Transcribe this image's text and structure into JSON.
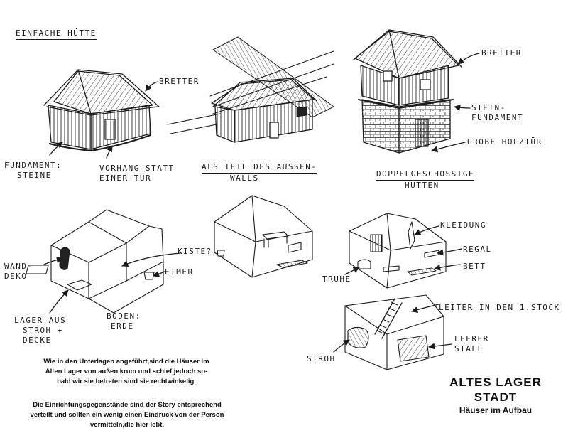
{
  "labels": {
    "einfache_huette": "EINFACHE HÜTTE",
    "bretter_1": "BRETTER",
    "fundament": [
      "FUNDAMENT:",
      "STEINE"
    ],
    "vorhang": [
      "VORHANG STATT",
      "EINER TÜR"
    ],
    "als_teil": [
      "ALS TEIL DES AUSSEN-",
      "WALLS"
    ],
    "bretter_2": "BRETTER",
    "stein_fundament": [
      "STEIN-",
      "FUNDAMENT"
    ],
    "grobe_holztuer": "GROBE HOLZTÜR",
    "doppelgeschossige": [
      "DOPPELGESCHOSSIGE",
      "HÜTTEN"
    ],
    "wand_deko": [
      "WAND-",
      "DEKO"
    ],
    "kiste": "KISTE?",
    "eimer": "EIMER",
    "lager": [
      "LAGER AUS",
      "STROH +",
      "DECKE"
    ],
    "boden": [
      "BODEN:",
      "ERDE"
    ],
    "kleidung": "KLEIDUNG",
    "regal": "REGAL",
    "bett": "BETT",
    "truhe": "TRUHE",
    "leiter": "LEITER IN DEN 1.STOCK",
    "stroh": "STROH",
    "leerer_stall": [
      "LEERER",
      "STALL"
    ]
  },
  "notes": {
    "note1": [
      "Wie in den Unterlagen angeführt,sind die Häuser im",
      "Alten Lager von außen krum und schief,jedoch so-",
      "bald wir sie betreten sind sie rechtwinkelig."
    ],
    "note2": [
      "Die Einrichtungsgegenstände sind der Story entsprechend",
      "verteilt und sollten ein wenig einen Eindruck von der Person",
      "vermitteln,die hier lebt."
    ]
  },
  "title": {
    "line1": "ALTES LAGER",
    "line2": "STADT",
    "line3": "Häuser im Aufbau"
  },
  "colors": {
    "ink": "#1a1a1a",
    "paper": "#ffffff"
  }
}
